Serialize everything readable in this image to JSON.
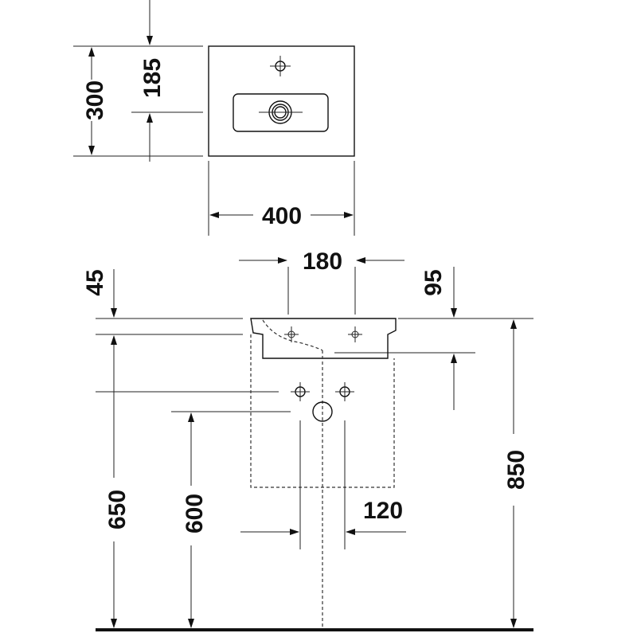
{
  "title": "Washbasin technical drawing",
  "dimensions": {
    "depth_total": "300",
    "depth_to_drain": "185",
    "width": "400",
    "tap_holes_distance": "180",
    "rim_height": "45",
    "bowl_depth": "95",
    "supply_height": "650",
    "waste_height": "600",
    "top_height": "850",
    "supply_spacing": "120"
  },
  "colors": {
    "line": "#111111",
    "background": "#ffffff"
  }
}
